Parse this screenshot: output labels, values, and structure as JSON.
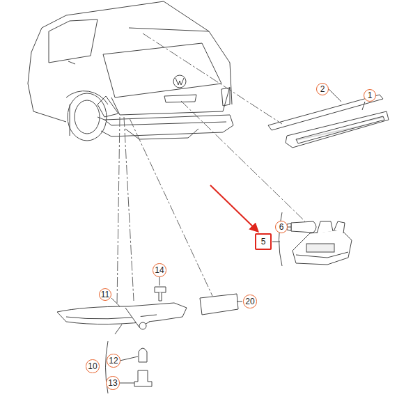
{
  "diagram": {
    "nodes": [
      {
        "text": [
          "2"
        ]
      },
      {
        "text": [
          "1"
        ]
      },
      {
        "text": [
          "6"
        ]
      },
      {
        "text": [
          "5"
        ]
      },
      {
        "text": [
          "14"
        ]
      },
      {
        "text": [
          "11"
        ]
      },
      {
        "text": [
          "20"
        ]
      },
      {
        "text": [
          "10"
        ]
      },
      {
        "text": [
          "12"
        ]
      },
      {
        "text": [
          "13"
        ]
      }
    ]
  }
}
